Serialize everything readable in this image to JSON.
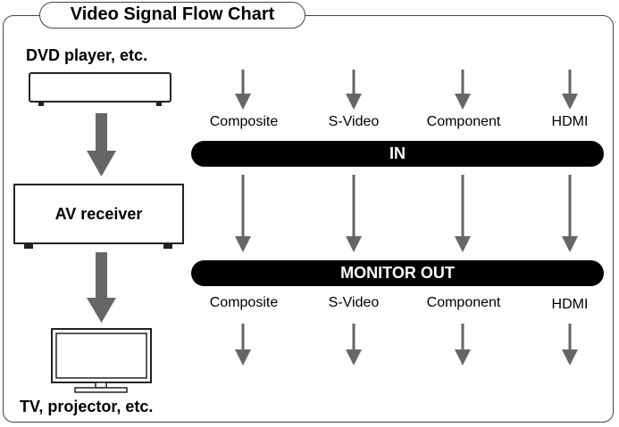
{
  "diagram": {
    "title": "Video Signal Flow Chart",
    "devices": {
      "source": "DVD player, etc.",
      "receiver": "AV receiver",
      "display": "TV, projector, etc."
    },
    "input_signals": [
      "Composite",
      "S-Video",
      "Component",
      "HDMI"
    ],
    "input_bar": "IN",
    "output_bar": "MONITOR OUT",
    "output_signals": [
      "Composite",
      "S-Video",
      "Component",
      "HDMI"
    ],
    "arrow_color": "#666666",
    "bar_color": "#000000"
  }
}
